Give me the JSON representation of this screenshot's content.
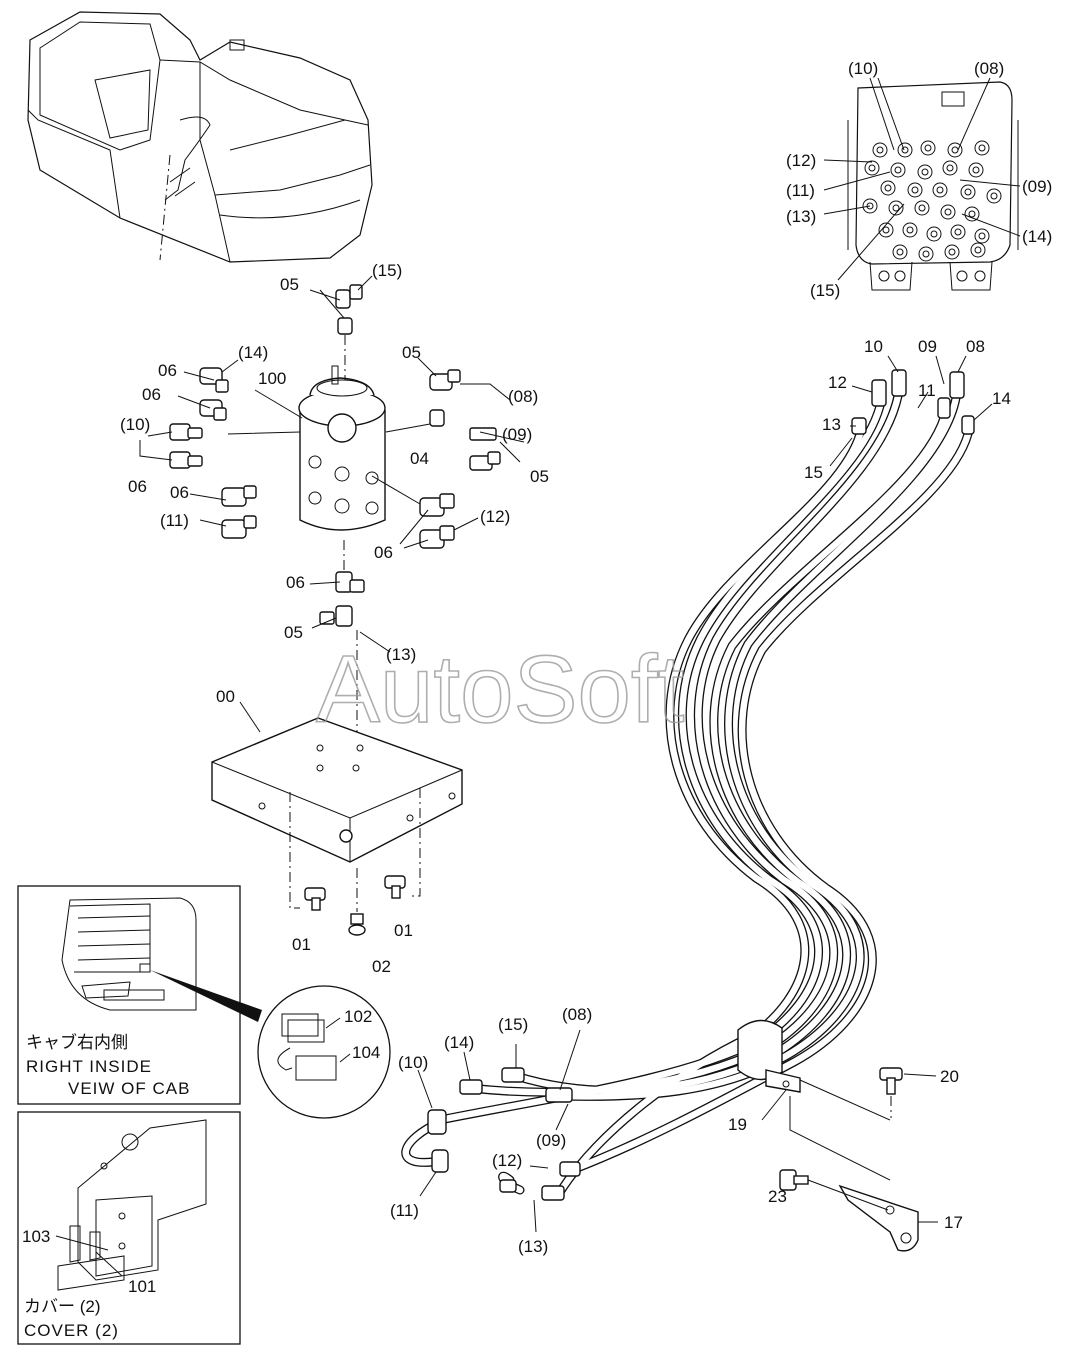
{
  "watermark": "AutoSoft",
  "labels": {
    "p00": "00",
    "p01a": "01",
    "p01b": "01",
    "p02": "02",
    "p04": "04",
    "p05_top": "05",
    "p05_right_upper": "05",
    "p05_right_lower": "05",
    "p05_bottom": "05",
    "p06_a": "06",
    "p06_b": "06",
    "p06_c": "06",
    "p06_d": "06",
    "p06_e": "06",
    "p06_f": "06",
    "p100": "100",
    "r08_rotor": "(08)",
    "r09_rotor": "(09)",
    "r10_rotor": "(10)",
    "r11_rotor": "(11)",
    "r12_rotor": "(12)",
    "r13_rotor": "(13)",
    "r14_rotor": "(14)",
    "r15_rotor": "(15)",
    "v10": "(10)",
    "v08": "(08)",
    "v12": "(12)",
    "v11": "(11)",
    "v09": "(09)",
    "v13": "(13)",
    "v14": "(14)",
    "v15": "(15)",
    "h10": "10",
    "h09": "09",
    "h08": "08",
    "h12": "12",
    "h11": "11",
    "h14": "14",
    "h13": "13",
    "h15": "15",
    "b10": "(10)",
    "b14": "(14)",
    "b15": "(15)",
    "b08": "(08)",
    "b09": "(09)",
    "b11": "(11)",
    "b12": "(12)",
    "b13": "(13)",
    "p17": "17",
    "p19": "19",
    "p20": "20",
    "p23": "23",
    "p101": "101",
    "p102": "102",
    "p103": "103",
    "p104": "104"
  },
  "inset_cab": {
    "caption_jp": "キャブ右内側",
    "caption_en1": "RIGHT  INSIDE",
    "caption_en2": "VEIW  OF  CAB"
  },
  "inset_cover": {
    "caption_jp": "カバー (2)",
    "caption_en": "COVER (2)"
  }
}
